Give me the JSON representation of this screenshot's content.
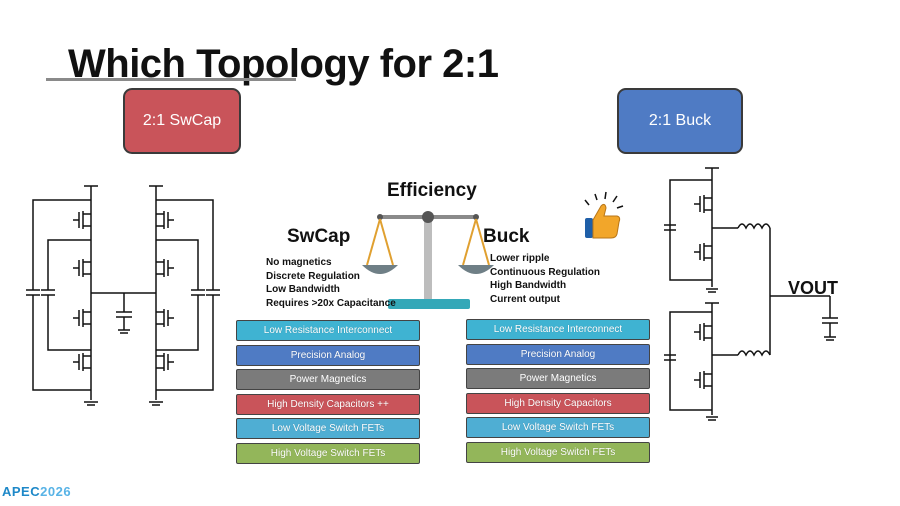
{
  "title": "Which Topology for 2:1",
  "swcap_box": {
    "label": "2:1 SwCap",
    "color": "#c9545a"
  },
  "buck_box": {
    "label": "2:1 Buck",
    "color": "#4f7bc4"
  },
  "efficiency_label": "Efficiency",
  "swcap": {
    "label": "SwCap",
    "notes": [
      "No magnetics",
      "Discrete Regulation",
      "Low Bandwidth",
      "Requires >20x Capacitance"
    ],
    "layers": [
      {
        "label": "Low Resistance Interconnect",
        "color": "#3fb3d2"
      },
      {
        "label": "Precision Analog",
        "color": "#4f7bc4"
      },
      {
        "label": "Power Magnetics",
        "color": "#7b7b7b"
      },
      {
        "label": "High Density Capacitors ++",
        "color": "#c9545a"
      },
      {
        "label": "Low Voltage Switch FETs",
        "color": "#4faed3"
      },
      {
        "label": "High Voltage Switch FETs",
        "color": "#93b65a"
      }
    ]
  },
  "buck": {
    "label": "Buck",
    "notes": [
      "Lower ripple",
      "Continuous Regulation",
      "High Bandwidth",
      "Current output"
    ],
    "layers": [
      {
        "label": "Low Resistance Interconnect",
        "color": "#3fb3d2"
      },
      {
        "label": "Precision Analog",
        "color": "#4f7bc4"
      },
      {
        "label": "Power Magnetics",
        "color": "#7b7b7b"
      },
      {
        "label": "High Density Capacitors",
        "color": "#c9545a"
      },
      {
        "label": "Low Voltage Switch FETs",
        "color": "#4faed3"
      },
      {
        "label": "High Voltage Switch FETs",
        "color": "#93b65a"
      }
    ]
  },
  "vout_label": "VOUT",
  "logo": {
    "text": "APEC",
    "year": "2026"
  },
  "icons": [
    "balance-scale-icon",
    "thumbs-up-icon"
  ]
}
